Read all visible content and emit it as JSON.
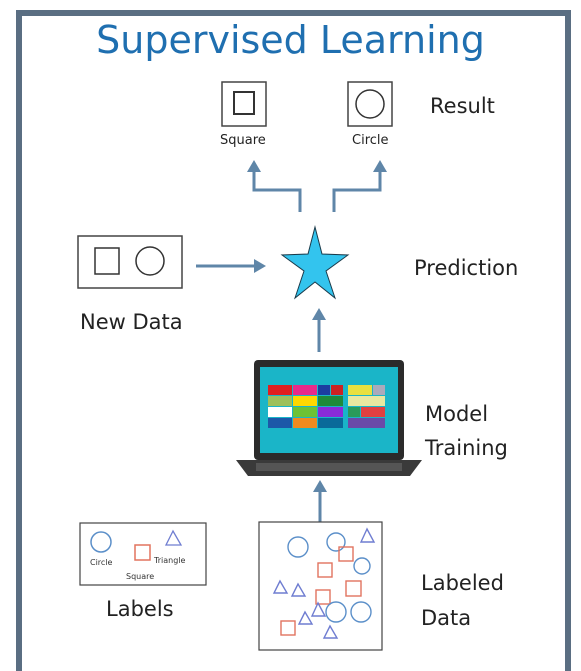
{
  "title": "Supervised Learning",
  "result": {
    "label": "Result",
    "square": "Square",
    "circle": "Circle"
  },
  "prediction": {
    "label": "Prediction"
  },
  "new_data": {
    "label": "New Data"
  },
  "model": {
    "line1": "Model",
    "line2": "Training"
  },
  "labels_card": {
    "label": "Labels",
    "circle": "Circle",
    "square": "Square",
    "triangle": "Triangle"
  },
  "labeled_data": {
    "line1": "Labeled",
    "line2": "Data"
  },
  "colors": {
    "arrow": "#5f86a8",
    "star": "#33c4ee",
    "title": "#1f6fb0",
    "frame": "#5a6e82",
    "shape_blue": "#5b8fc9",
    "shape_red": "#e2735f",
    "shape_purple": "#6f7dd1"
  },
  "icons": [
    "square-icon",
    "circle-icon",
    "star-icon",
    "laptop-icon",
    "triangle-icon"
  ]
}
